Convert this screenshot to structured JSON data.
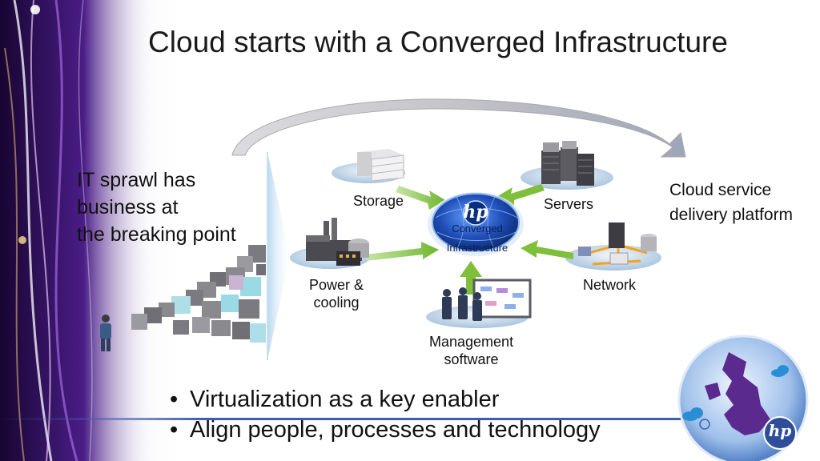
{
  "slide": {
    "title": "Cloud starts with a Converged Infrastructure",
    "sprawl_text": [
      "IT sprawl has",
      "business at",
      "the breaking point"
    ],
    "cloud_text": [
      "Cloud service",
      "delivery platform"
    ],
    "hub": {
      "logo": "hp",
      "label": [
        "Converged",
        "Infrastructure"
      ]
    },
    "nodes": {
      "storage": [
        "Storage"
      ],
      "servers": [
        "Servers"
      ],
      "power": [
        "Power &",
        "cooling"
      ],
      "network": [
        "Network"
      ],
      "management": [
        "Management",
        "software"
      ]
    },
    "bullets": [
      "Virtualization as a key enabler",
      "Align people, processes and technology"
    ],
    "corner_logo": "hp"
  },
  "colors": {
    "accent_purple": "#5b1a8a",
    "arrow_green": "#7fbf3a",
    "hub_blue": "#1f4fb8",
    "arc_gray": "#b8b8bc"
  },
  "icons": [
    "storage-icon",
    "servers-icon",
    "power-cooling-icon",
    "network-icon",
    "management-display-icon",
    "person-icon",
    "hp-logo-icon",
    "globe-icon",
    "cloud-icon"
  ]
}
